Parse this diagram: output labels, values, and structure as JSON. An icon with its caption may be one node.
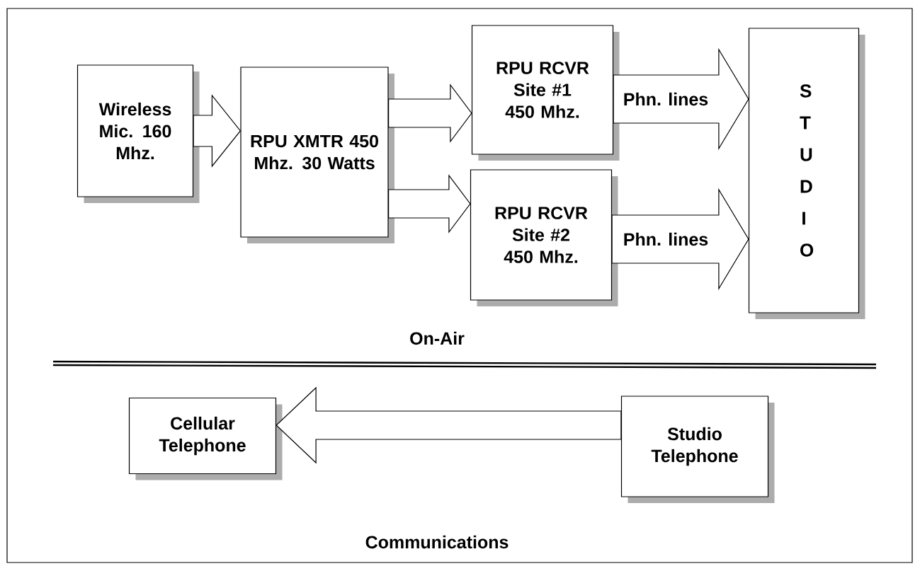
{
  "diagram": {
    "nodes": [
      {
        "text": [
          "Wireless Mic. 160 Mhz."
        ]
      },
      {
        "text": [
          "RPU XMTR 450 Mhz. 30 Watts"
        ]
      },
      {
        "text": [
          "RPU RCVR Site #1 450 Mhz."
        ]
      },
      {
        "text": [
          "RPU RCVR Site #2 450 Mhz."
        ]
      },
      {
        "text": [
          "S T U D I O"
        ]
      },
      {
        "text": [
          "Cellular Telephone"
        ]
      },
      {
        "text": [
          "Studio Telephone"
        ]
      }
    ],
    "edges": [
      {
        "from": 0,
        "to": 1,
        "arrow": "to"
      },
      {
        "from": 1,
        "to": 2,
        "arrow": "to"
      },
      {
        "from": 1,
        "to": 3,
        "arrow": "to"
      },
      {
        "from": 2,
        "to": 4,
        "arrow": "to",
        "label": "Phn. lines"
      },
      {
        "from": 3,
        "to": 4,
        "arrow": "to",
        "label": "Phn. lines"
      },
      {
        "from": 6,
        "to": 5,
        "arrow": "to"
      }
    ],
    "labels": [
      "On-Air",
      "Communications"
    ]
  }
}
